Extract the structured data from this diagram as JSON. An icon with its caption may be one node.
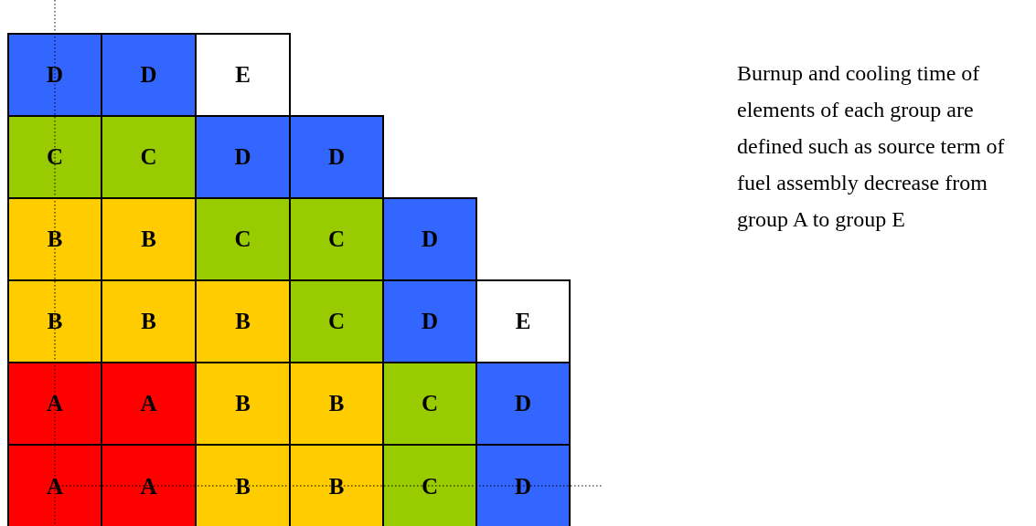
{
  "diagram": {
    "nodes": [
      {
        "text": [
          "D"
        ]
      },
      {
        "text": [
          "D"
        ]
      },
      {
        "text": [
          "E"
        ]
      },
      {
        "text": [
          "C"
        ]
      },
      {
        "text": [
          "C"
        ]
      },
      {
        "text": [
          "D"
        ]
      },
      {
        "text": [
          "D"
        ]
      },
      {
        "text": [
          "B"
        ]
      },
      {
        "text": [
          "B"
        ]
      },
      {
        "text": [
          "C"
        ]
      },
      {
        "text": [
          "C"
        ]
      },
      {
        "text": [
          "D"
        ]
      },
      {
        "text": [
          "B"
        ]
      },
      {
        "text": [
          "B"
        ]
      },
      {
        "text": [
          "B"
        ]
      },
      {
        "text": [
          "C"
        ]
      },
      {
        "text": [
          "D"
        ]
      },
      {
        "text": [
          "E"
        ]
      },
      {
        "text": [
          "A"
        ]
      },
      {
        "text": [
          "A"
        ]
      },
      {
        "text": [
          "B"
        ]
      },
      {
        "text": [
          "B"
        ]
      },
      {
        "text": [
          "C"
        ]
      },
      {
        "text": [
          "D"
        ]
      },
      {
        "text": [
          "A"
        ]
      },
      {
        "text": [
          "A"
        ]
      },
      {
        "text": [
          "B"
        ]
      },
      {
        "text": [
          "B"
        ]
      },
      {
        "text": [
          "C"
        ]
      },
      {
        "text": [
          "D"
        ]
      }
    ],
    "labels": [
      "Burnup and cooling time of elements of each group are defined such as source term of fuel assembly decrease from group A to group E"
    ]
  }
}
